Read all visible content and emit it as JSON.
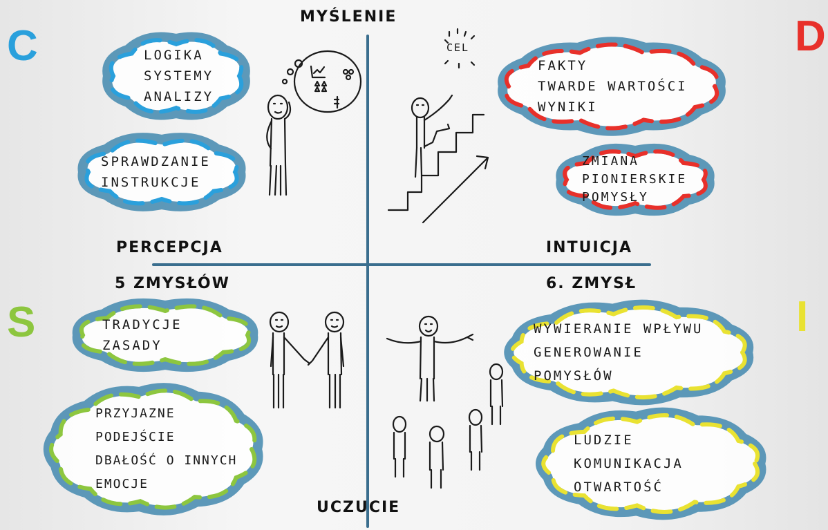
{
  "axes": {
    "top": "MYŚLENIE",
    "bottom": "UCZUCIE",
    "left": "PERCEPCJA",
    "left_sub": "5 ZMYSŁÓW",
    "right": "INTUICJA",
    "right_sub": "6. ZMYSŁ"
  },
  "quadrants": {
    "C": {
      "letter": "C",
      "color": "#2aa0dc",
      "clouds": [
        {
          "lines": [
            "LOGIKA",
            "SYSTEMY",
            "ANALIZY"
          ]
        },
        {
          "lines": [
            "SPRAWDZANIE",
            "INSTRUKCJE"
          ]
        }
      ]
    },
    "D": {
      "letter": "D",
      "color": "#e8302a",
      "clouds": [
        {
          "lines": [
            "FAKTY",
            "TWARDE WARTOŚCI",
            "WYNIKI"
          ]
        },
        {
          "lines": [
            "ZMIANA",
            "PIONIERSKIE",
            "POMYSŁY"
          ]
        }
      ]
    },
    "S": {
      "letter": "S",
      "color": "#8dc63f",
      "clouds": [
        {
          "lines": [
            "TRADYCJE",
            "ZASADY"
          ]
        },
        {
          "lines": [
            "PRZYJAZNE",
            "PODEJŚCIE",
            "DBAŁOŚĆ O INNYCH",
            "EMOCJE"
          ]
        }
      ]
    },
    "I": {
      "letter": "I",
      "color": "#e9e232",
      "clouds": [
        {
          "lines": [
            "WYWIERANIE WPŁYWU",
            "GENEROWANIE",
            "POMYSŁÓW"
          ]
        },
        {
          "lines": [
            "LUDZIE",
            "KOMUNIKACJA",
            "OTWARTOŚĆ"
          ]
        }
      ]
    }
  },
  "goal_label": "CEL",
  "cloud_outline_color": "#4d8fb3"
}
